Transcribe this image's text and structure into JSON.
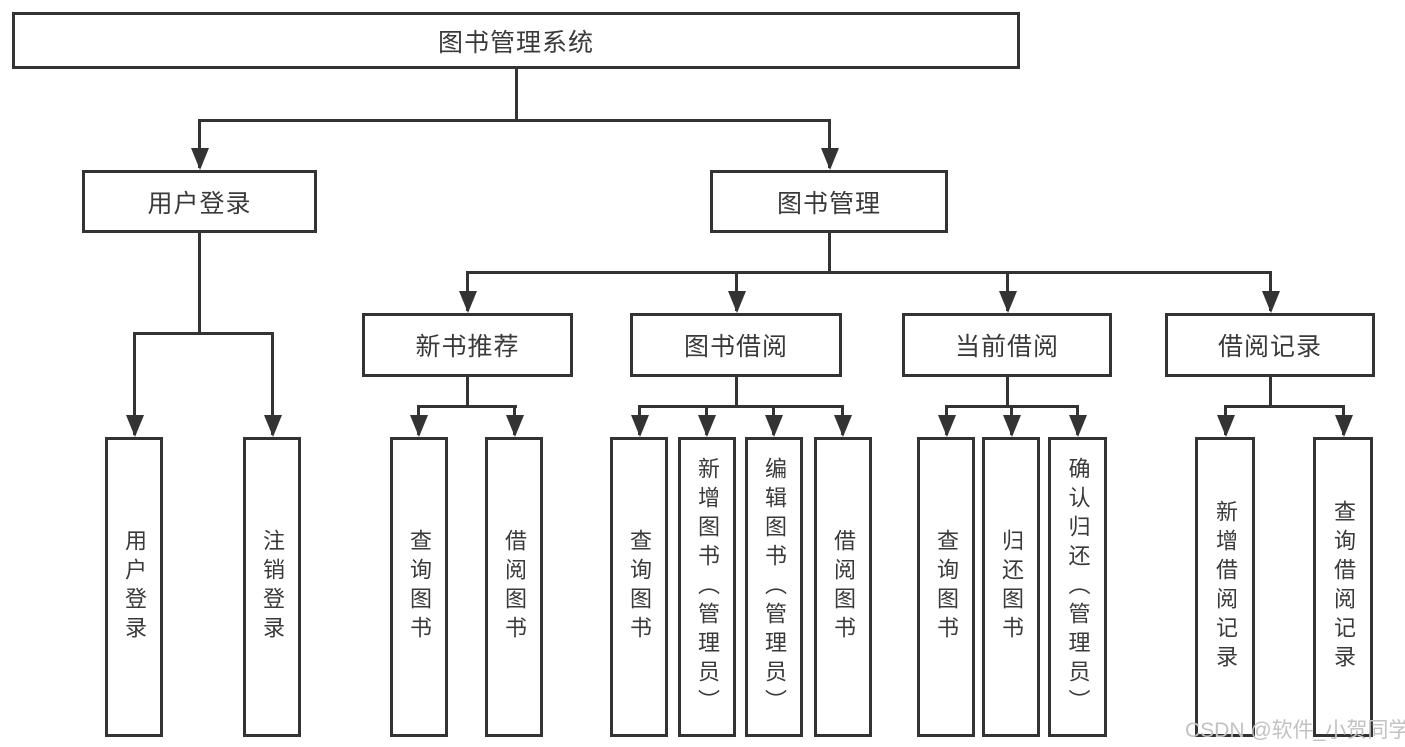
{
  "tree": {
    "root": {
      "label": "图书管理系统"
    },
    "branches": [
      {
        "label": "用户登录",
        "children": [
          {
            "label": "用户登录"
          },
          {
            "label": "注销登录"
          }
        ]
      },
      {
        "label": "图书管理",
        "groups": [
          {
            "label": "新书推荐",
            "children": [
              {
                "label": "查询图书"
              },
              {
                "label": "借阅图书"
              }
            ]
          },
          {
            "label": "图书借阅",
            "children": [
              {
                "label": "查询图书"
              },
              {
                "label": "新增图书（管理员）"
              },
              {
                "label": "编辑图书（管理员）"
              },
              {
                "label": "借阅图书"
              }
            ]
          },
          {
            "label": "当前借阅",
            "children": [
              {
                "label": "查询图书"
              },
              {
                "label": "归还图书"
              },
              {
                "label": "确认归还（管理员）"
              }
            ]
          },
          {
            "label": "借阅记录",
            "children": [
              {
                "label": "新增借阅记录"
              },
              {
                "label": "查询借阅记录"
              }
            ]
          }
        ]
      }
    ]
  },
  "watermark": {
    "text": "CSDN @软件_小贺同学"
  },
  "colors": {
    "line": "#333333",
    "text": "#3a3a3a",
    "wm": "#c2c2c2",
    "bg": "#ffffff"
  }
}
